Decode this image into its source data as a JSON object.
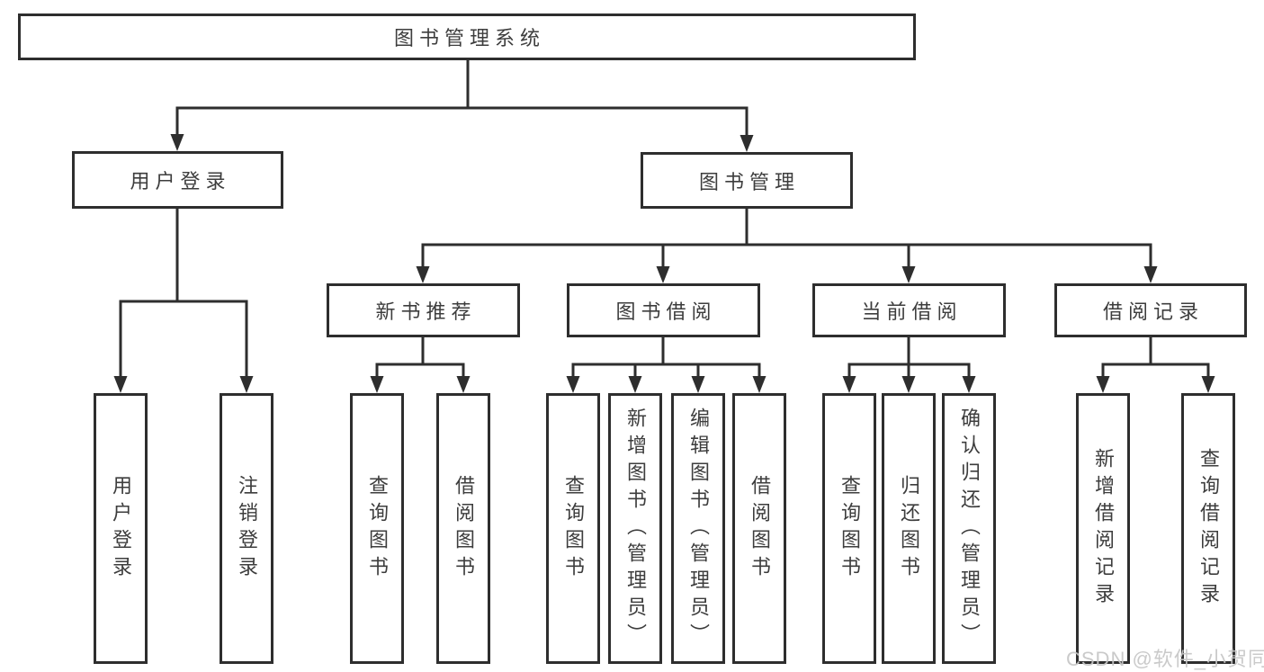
{
  "tree": {
    "root": {
      "label": "图书管理系统"
    },
    "branches": [
      {
        "label": "用户登录",
        "leaves": [
          {
            "label": "用户登录"
          },
          {
            "label": "注销登录"
          }
        ]
      },
      {
        "label": "图书管理",
        "groups": [
          {
            "label": "新书推荐",
            "leaves": [
              {
                "label": "查询图书"
              },
              {
                "label": "借阅图书"
              }
            ]
          },
          {
            "label": "图书借阅",
            "leaves": [
              {
                "label": "查询图书"
              },
              {
                "label": "新增图书（管理员）"
              },
              {
                "label": "编辑图书（管理员）"
              },
              {
                "label": "借阅图书"
              }
            ]
          },
          {
            "label": "当前借阅",
            "leaves": [
              {
                "label": "查询图书"
              },
              {
                "label": "归还图书"
              },
              {
                "label": "确认归还（管理员）"
              }
            ]
          },
          {
            "label": "借阅记录",
            "leaves": [
              {
                "label": "新增借阅记录"
              },
              {
                "label": "查询借阅记录"
              }
            ]
          }
        ]
      }
    ]
  },
  "watermark": "CSDN @软件_小贺同学",
  "colors": {
    "line": "#2e2e2e",
    "text": "#3d3d3d",
    "watermark": "#c6c6c6",
    "background": "#ffffff"
  }
}
